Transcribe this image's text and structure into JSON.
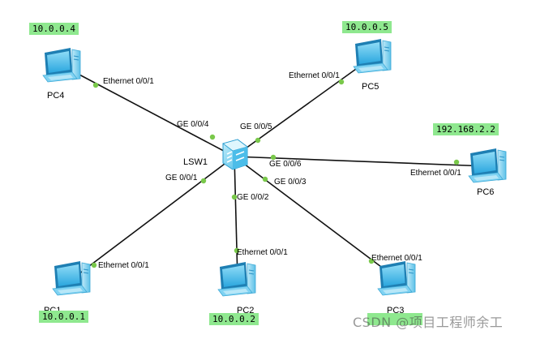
{
  "colors": {
    "ip_box": "#8fe88f",
    "link": "#111111",
    "port_dot": "#79c84a",
    "pc_screen": "#49bde8",
    "switch_body": "#6fd0f2"
  },
  "switch": {
    "name": "LSW1",
    "icon": "switch-icon"
  },
  "pcs": [
    {
      "id": "pc1",
      "name": "PC1",
      "ip": "10.0.0.1",
      "icon": "pc-icon"
    },
    {
      "id": "pc2",
      "name": "PC2",
      "ip": "10.0.0.2",
      "icon": "pc-icon"
    },
    {
      "id": "pc3",
      "name": "PC3",
      "ip": "",
      "icon": "pc-icon"
    },
    {
      "id": "pc4",
      "name": "PC4",
      "ip": "10.0.0.4",
      "icon": "pc-icon"
    },
    {
      "id": "pc5",
      "name": "PC5",
      "ip": "10.0.0.5",
      "icon": "pc-icon"
    },
    {
      "id": "pc6",
      "name": "PC6",
      "ip": "192.168.2.2",
      "icon": "pc-icon"
    }
  ],
  "links": [
    {
      "pc": "pc1",
      "switch_port": "GE 0/0/1",
      "pc_port": "Ethernet 0/0/1"
    },
    {
      "pc": "pc2",
      "switch_port": "GE 0/0/2",
      "pc_port": "Ethernet 0/0/1"
    },
    {
      "pc": "pc3",
      "switch_port": "GE 0/0/3",
      "pc_port": "Ethernet 0/0/1"
    },
    {
      "pc": "pc4",
      "switch_port": "GE 0/0/4",
      "pc_port": "Ethernet 0/0/1"
    },
    {
      "pc": "pc5",
      "switch_port": "GE 0/0/5",
      "pc_port": "Ethernet 0/0/1"
    },
    {
      "pc": "pc6",
      "switch_port": "GE 0/0/6",
      "pc_port": "Ethernet 0/0/1"
    }
  ],
  "watermark": "CSDN @项目工程师余工"
}
